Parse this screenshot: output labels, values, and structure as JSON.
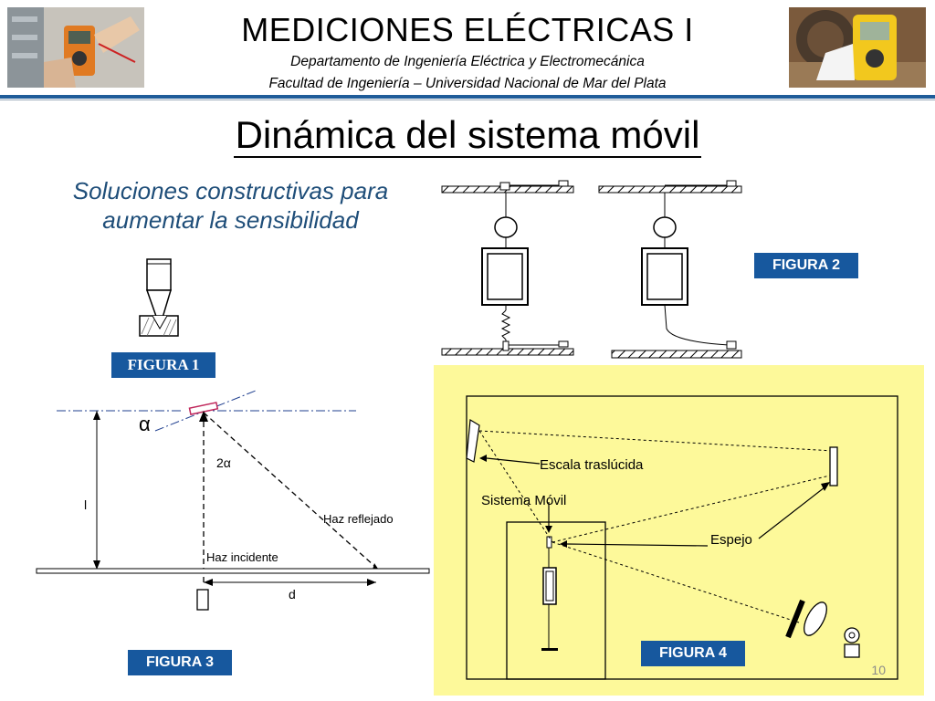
{
  "header": {
    "title": "MEDICIONES ELÉCTRICAS I",
    "department": "Departamento de Ingeniería Eléctrica y Electromecánica",
    "faculty": "Facultad de Ingeniería – Universidad Nacional de Mar del Plata"
  },
  "slide": {
    "title": "Dinámica del sistema móvil",
    "subtitle_line1": "Soluciones constructivas para",
    "subtitle_line2": "aumentar la sensibilidad",
    "page_number": "10"
  },
  "figures": {
    "fig1_label": "FIGURA 1",
    "fig2_label": "FIGURA 2",
    "fig3_label": "FIGURA 3",
    "fig4_label": "FIGURA 4"
  },
  "fig3": {
    "alpha": "α",
    "two_alpha": "2α",
    "length": "l",
    "reflected": "Haz reflejado",
    "incident": "Haz incidente",
    "distance": "d"
  },
  "fig4": {
    "scale": "Escala traslúcida",
    "moving_system": "Sistema Móvil",
    "mirror": "Espejo"
  },
  "colors": {
    "accent": "#17589e",
    "header_line": "#1f5c99",
    "subtitle": "#1f4e79",
    "panel4_bg": "#fdf99a"
  }
}
